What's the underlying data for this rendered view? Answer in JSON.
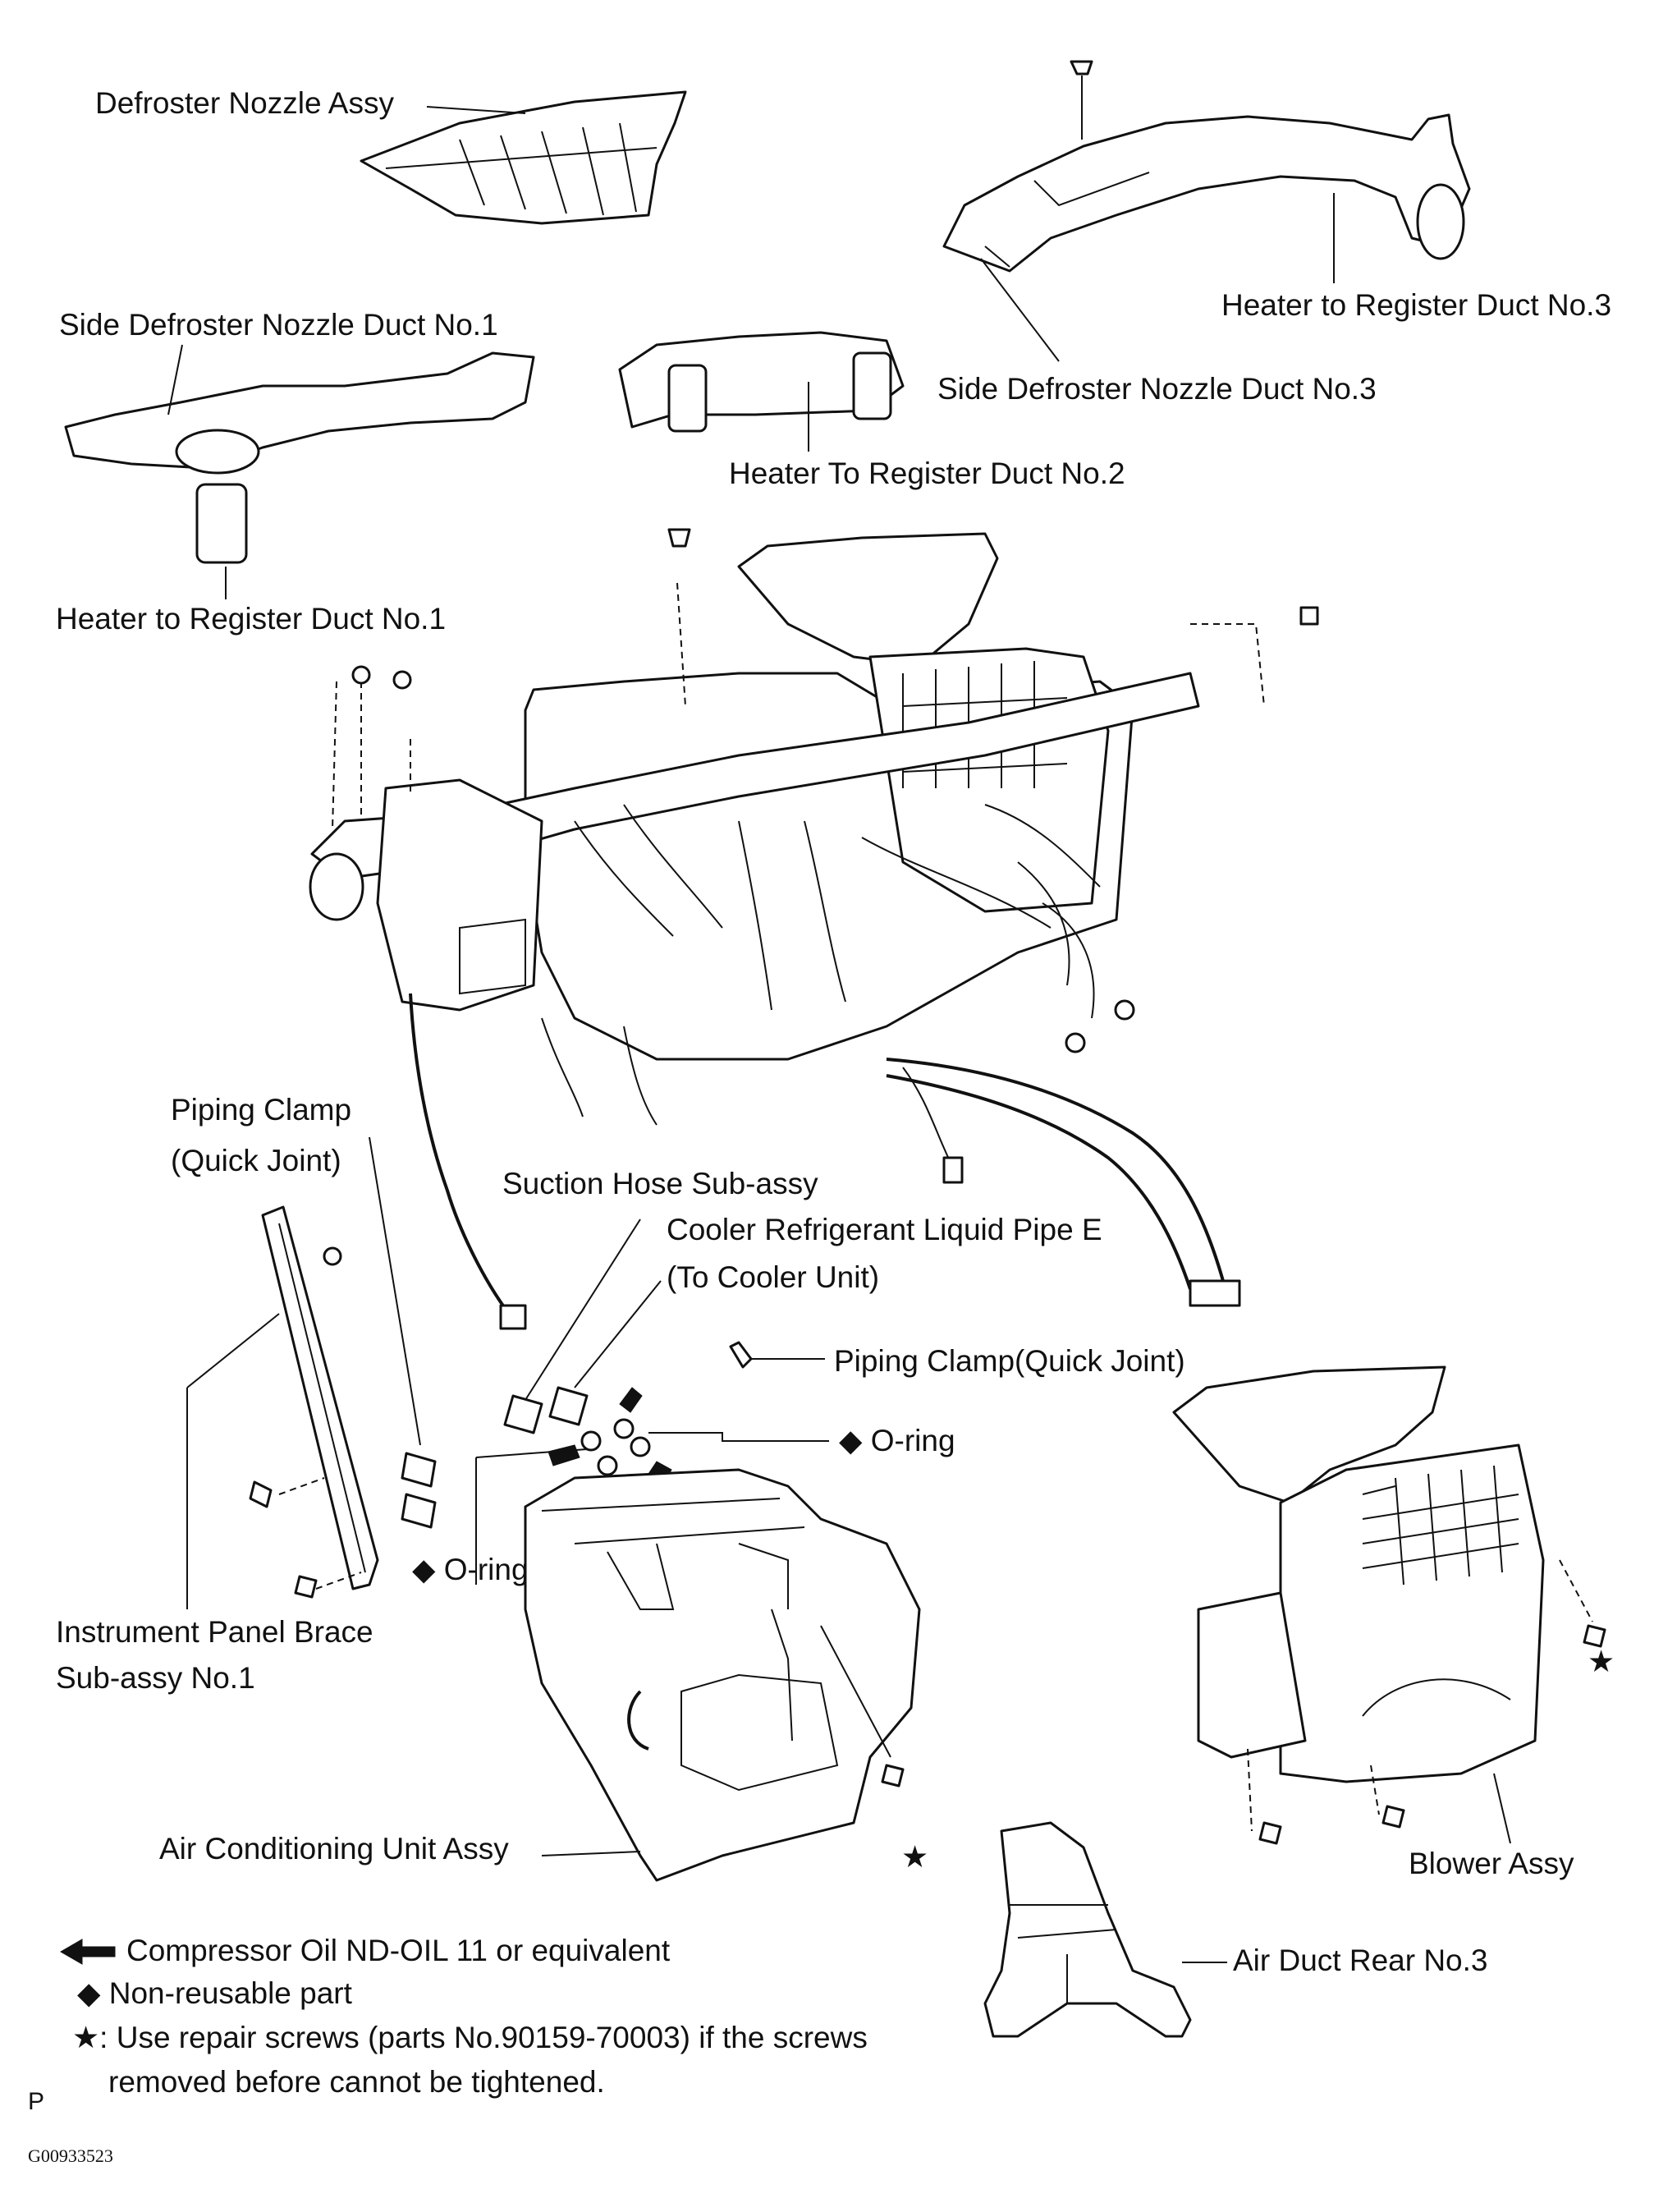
{
  "labels": {
    "defroster_nozzle": "Defroster Nozzle Assy",
    "heater_register_duct_3": "Heater to Register Duct No.3",
    "side_defroster_duct_1": "Side Defroster Nozzle Duct No.1",
    "side_defroster_duct_3": "Side Defroster Nozzle Duct No.3",
    "heater_register_duct_2": "Heater To Register Duct No.2",
    "heater_register_duct_1": "Heater to Register Duct No.1",
    "piping_clamp_left_line1": "Piping Clamp",
    "piping_clamp_left_line2": "(Quick Joint)",
    "suction_hose": "Suction Hose Sub-assy",
    "cooler_pipe_line1": "Cooler Refrigerant Liquid Pipe E",
    "cooler_pipe_line2": "(To Cooler Unit)",
    "piping_clamp_right": "Piping Clamp(Quick Joint)",
    "oring_right": "O-ring",
    "oring_left": "O-ring",
    "instrument_brace_line1": "Instrument Panel Brace",
    "instrument_brace_line2": "Sub-assy No.1",
    "ac_unit": "Air Conditioning Unit Assy",
    "blower_assy": "Blower Assy",
    "air_duct_rear": "Air Duct Rear No.3"
  },
  "legend": {
    "compressor_oil": "Compressor Oil ND-OIL 11 or equivalent",
    "non_reusable": "Non-reusable part",
    "repair_screw_prefix": ":",
    "repair_screws_line1": "Use repair screws (parts No.90159-70003) if the screws",
    "repair_screws_line2": "removed before cannot be tightened."
  },
  "symbols": {
    "diamond": "◆",
    "star": "★"
  },
  "footer": {
    "page_mark": "P",
    "figure_code": "G00933523"
  }
}
